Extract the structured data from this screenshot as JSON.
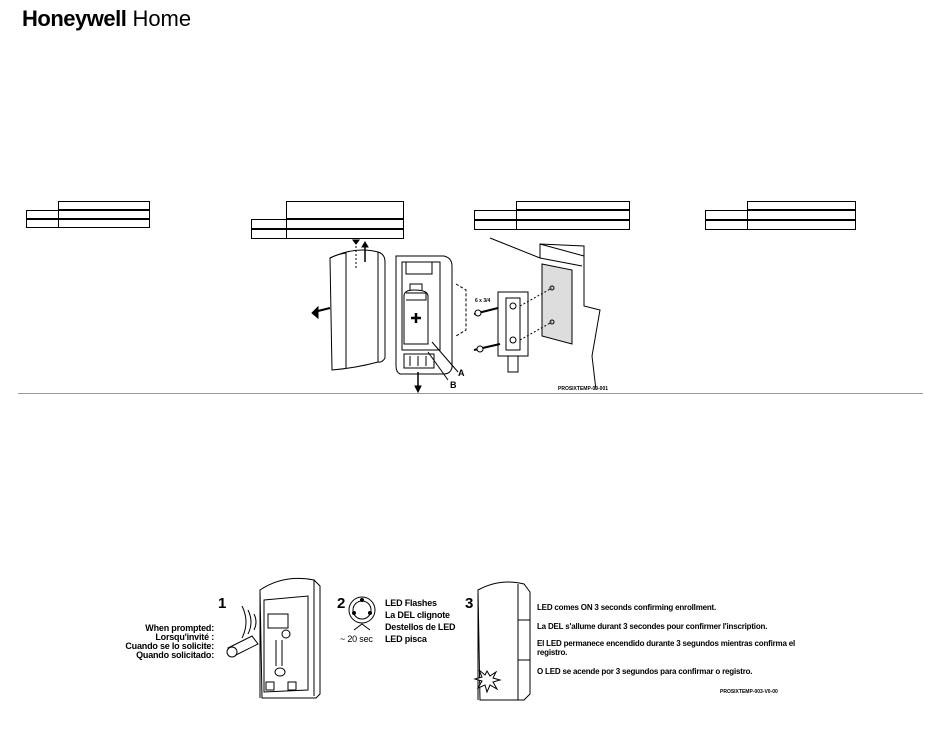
{
  "brand": {
    "bold": "Honeywell",
    "regular": "Home"
  },
  "top_figure": {
    "label_a": "A",
    "label_b": "B",
    "screw_label": "6 x 3/4",
    "code": "PROSIXTEMP-00-001"
  },
  "bottom_figure": {
    "step1": {
      "number": "1",
      "prompt_lines": [
        "When prompted:",
        "Lorsqu'invité :",
        "Cuando se lo solicite:",
        "Quando solicitado:"
      ]
    },
    "step2": {
      "number": "2",
      "time": "~ 20 sec",
      "led_lines": [
        "LED Flashes",
        "La DEL clignote",
        "Destellos de LED",
        "LED pisca"
      ]
    },
    "step3": {
      "number": "3",
      "lines": [
        "LED comes ON 3 seconds confirming enrollment.",
        "La DEL s'allume durant 3 secondes pour confirmer l'inscription.",
        "El LED permanece encendido durante 3 segundos mientras confirma el registro.",
        "O LED se acende por 3 segundos para confirmar o registro."
      ],
      "code": "PROSIXTEMP-003-V0-00"
    }
  }
}
